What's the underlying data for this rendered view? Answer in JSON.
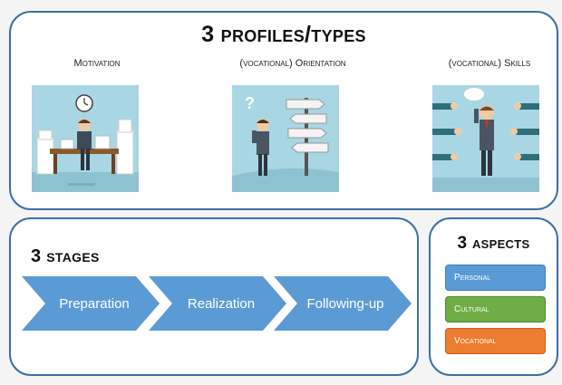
{
  "profiles": {
    "title": "3 profiles/types",
    "items": [
      {
        "label": "Motivation"
      },
      {
        "label": "(vocational) Orientation"
      },
      {
        "label": "(vocational) Skills"
      }
    ]
  },
  "stages": {
    "title": "3 stages",
    "steps": [
      "Preparation",
      "Realization",
      "Following-up"
    ],
    "color": "#5b9bd5"
  },
  "aspects": {
    "title": "3 aspects",
    "items": [
      {
        "label": "Personal",
        "color": "#5b9bd5"
      },
      {
        "label": "Cultural",
        "color": "#70ad47"
      },
      {
        "label": "Vocational",
        "color": "#ed7d31"
      }
    ]
  },
  "colors": {
    "panel_border": "#3f6fa3",
    "illustration_bg": "#a9d6e3"
  }
}
